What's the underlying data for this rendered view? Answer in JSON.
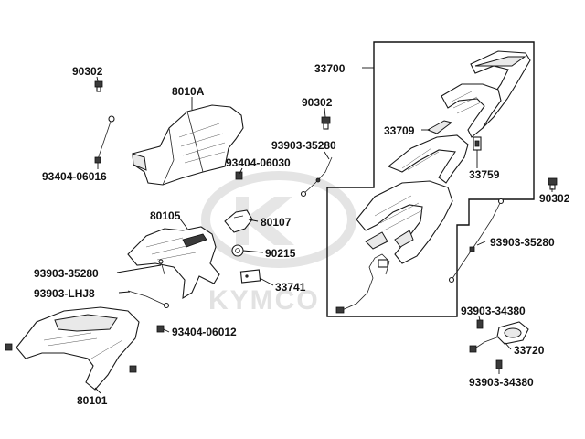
{
  "watermark": {
    "brand": "KYMCO",
    "logo": "kymco-logo-watermark"
  },
  "labels": {
    "p90302_a": "90302",
    "p8010A": "8010A",
    "p93404_06016": "93404-06016",
    "p90302_b": "90302",
    "p93903_35280_a": "93903-35280",
    "p93404_06030": "93404-06030",
    "p33700": "33700",
    "p33709": "33709",
    "p33759": "33759",
    "p90302_c": "90302",
    "p80105": "80105",
    "p80107": "80107",
    "p90215": "90215",
    "p93903_35280_b": "93903-35280",
    "p93903_35280_c": "93903-35280",
    "p93903_LHJ8": "93903-LHJ8",
    "p33741": "33741",
    "p93404_06012": "93404-06012",
    "p93903_34380_a": "93903-34380",
    "p33720": "33720",
    "p93903_34380_b": "93903-34380",
    "p80101": "80101"
  }
}
